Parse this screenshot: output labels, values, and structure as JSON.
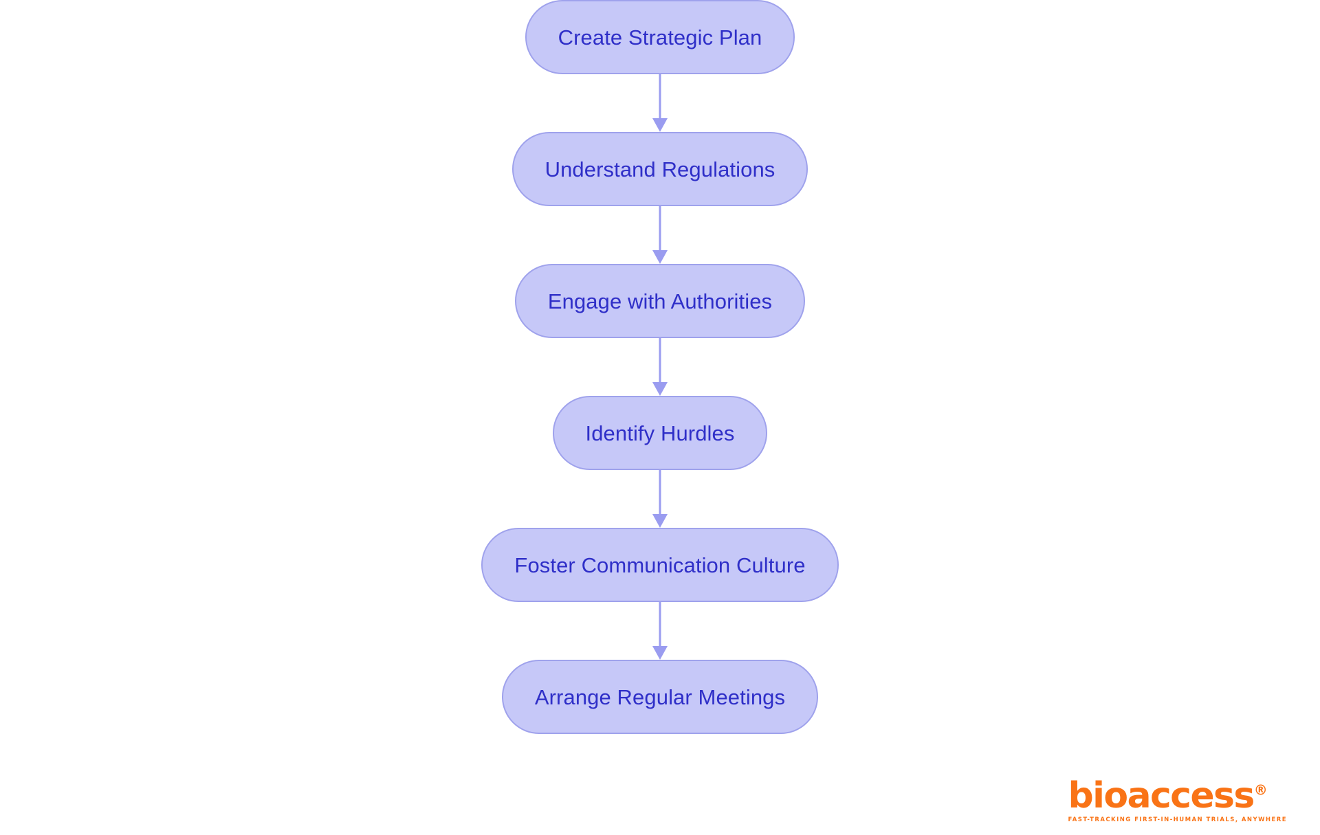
{
  "diagram": {
    "type": "flowchart",
    "orientation": "vertical-top-to-bottom",
    "background_color": "#ffffff",
    "node_fill_color": "#c6c8f8",
    "node_border_color": "#9fa2ec",
    "node_text_color": "#2f2fc8",
    "connector_color": "#9a9cf0",
    "nodes": [
      {
        "id": "n1",
        "label": "Create Strategic Plan"
      },
      {
        "id": "n2",
        "label": "Understand Regulations"
      },
      {
        "id": "n3",
        "label": "Engage with Authorities"
      },
      {
        "id": "n4",
        "label": "Identify Hurdles"
      },
      {
        "id": "n5",
        "label": "Foster Communication Culture"
      },
      {
        "id": "n6",
        "label": "Arrange Regular Meetings"
      }
    ],
    "edges": [
      {
        "from": "n1",
        "to": "n2"
      },
      {
        "from": "n2",
        "to": "n3"
      },
      {
        "from": "n3",
        "to": "n4"
      },
      {
        "from": "n4",
        "to": "n5"
      },
      {
        "from": "n5",
        "to": "n6"
      }
    ]
  },
  "logo": {
    "wordmark": "bioaccess",
    "registered_symbol": "®",
    "tagline": "FAST-TRACKING FIRST-IN-HUMAN TRIALS, ANYWHERE",
    "color": "#f97316"
  }
}
